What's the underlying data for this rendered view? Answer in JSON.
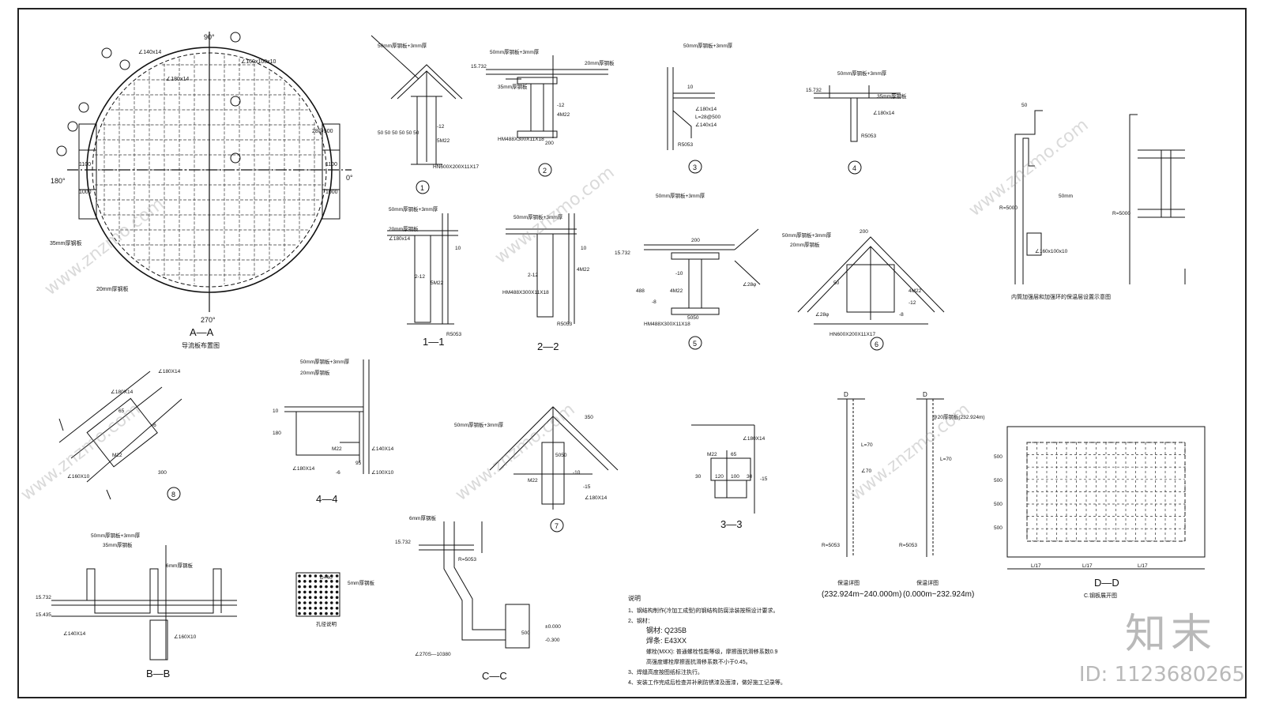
{
  "sheet": {
    "brand": "知末",
    "id_label": "ID: 1123680265",
    "watermark": "www.znzmo.com"
  },
  "plan": {
    "section": "A—A",
    "caption": "导流板布置图",
    "angles": [
      "90°",
      "0°",
      "180°",
      "270°"
    ],
    "labels": [
      "∠140x14",
      "∠180x14",
      "∠160x100x10",
      "28@500",
      "35mm厚钢板",
      "20mm厚钢板",
      "1100",
      "1000",
      "1100",
      "1000"
    ]
  },
  "details": [
    {
      "id": "d1",
      "num": "1",
      "labels": [
        "50mm厚钢板+3mm厚",
        "-12",
        "5M22",
        "HN600X200X11X17",
        "50 50 50 50 50 50"
      ]
    },
    {
      "id": "d2",
      "num": "2",
      "labels": [
        "50mm厚钢板+3mm厚",
        "15.732",
        "20mm厚钢板",
        "-12",
        "4M22",
        "HM488X300X11X18",
        "200",
        "35mm厚钢板"
      ]
    },
    {
      "id": "d3",
      "num": "3",
      "labels": [
        "50mm厚钢板+3mm厚",
        "10",
        "∠180x14",
        "L=28@500",
        "∠140x14",
        "R5053"
      ]
    },
    {
      "id": "d4",
      "num": "4",
      "labels": [
        "50mm厚钢板+3mm厚",
        "15.732",
        "35mm厚钢板",
        "∠180x14",
        "R5053"
      ]
    },
    {
      "id": "d5",
      "num": "5",
      "labels": [
        "50mm厚钢板+3mm厚",
        "15.732",
        "200",
        "488",
        "4M22",
        "HM488X300X11X18",
        "5050",
        "-10",
        "-8",
        "∠28φ"
      ]
    },
    {
      "id": "d6",
      "num": "6",
      "labels": [
        "50mm厚钢板+3mm厚",
        "20mm厚钢板",
        "200",
        "4M22",
        "HN600X200X11X17",
        "∠28φ",
        "50",
        "-8",
        "-12"
      ]
    },
    {
      "id": "d7",
      "num": "7",
      "labels": [
        "50mm厚钢板+3mm厚",
        "350",
        "5050",
        "M22",
        "∠180X14",
        "-15",
        "-10"
      ]
    },
    {
      "id": "d8",
      "num": "8",
      "labels": [
        "∠180X14",
        "∠180X14",
        "M22",
        "∠160X10",
        "65",
        "-6",
        "300"
      ]
    }
  ],
  "sections": [
    {
      "id": "s11",
      "title": "1—1",
      "labels": [
        "50mm厚钢板+3mm厚",
        "20mm厚钢板",
        "∠180x14",
        "5M22",
        "2-12",
        "R5053",
        "10"
      ]
    },
    {
      "id": "s22",
      "title": "2—2",
      "labels": [
        "50mm厚钢板+3mm厚",
        "2-12",
        "HM488X300X11X18",
        "R5053",
        "4M22",
        "10"
      ]
    },
    {
      "id": "s44",
      "title": "4—4",
      "labels": [
        "50mm厚钢板+3mm厚",
        "20mm厚钢板",
        "10",
        "180",
        "M22",
        "∠180X14",
        "∠140X14",
        "∠100X10",
        "95",
        "-6"
      ]
    },
    {
      "id": "s33",
      "title": "3—3",
      "labels": [
        "∠180X14",
        "M22",
        "30",
        "65",
        "120",
        "100",
        "30",
        "-15"
      ]
    },
    {
      "id": "sbb",
      "title": "B—B",
      "labels": [
        "50mm厚钢板+3mm厚",
        "35mm厚钢板",
        "6mm厚钢板",
        "15.732",
        "15.435",
        "∠140X14",
        "∠160X10"
      ]
    },
    {
      "id": "scc",
      "title": "C—C",
      "labels": [
        "6mm厚钢板",
        "15.732",
        "R=5053",
        "±0.000",
        "-0.300",
        "500",
        "∠270S—10380"
      ]
    }
  ],
  "plate": {
    "labels": [
      "D=40",
      "5mm厚钢板",
      "孔径说明"
    ]
  },
  "insulation": {
    "title": "内筒加强层和加强环的保温层设置示意图",
    "labels": [
      "50",
      "R=5000",
      "∠160x100x10",
      "50mm",
      "R=5000"
    ]
  },
  "elevations": [
    {
      "title": "保温详图",
      "range": "(232.924m~240.000m)",
      "labels": [
        "D",
        "R=5053",
        "∠70",
        "L=70"
      ]
    },
    {
      "title": "保温详图",
      "range": "(0.000m~232.924m)",
      "labels": [
        "D",
        "R=5053",
        "@20厚钢板(232.924m)",
        "L=70"
      ]
    }
  ],
  "dd": {
    "title": "D—D",
    "caption": "C.钢板展开图",
    "labels": [
      "L/17",
      "L/17",
      "L/17",
      "500",
      "500",
      "500",
      "500"
    ]
  },
  "notes": {
    "heading": "说明",
    "lines": [
      "1、钢结构制作(冷加工成型)的钢结构防腐涂装按照设计要求。",
      "2、钢材：",
      "钢材: Q235B",
      "焊条: E43XX",
      "螺栓(MXX): 普通螺栓性能等级，摩擦面抗滑移系数0.9",
      "高强度螺栓摩擦面抗滑移系数不小于0.45。",
      "3、焊缝高度按图纸标注执行。",
      "4、安装工作完成后检查并补刷防锈漆及面漆，做好施工记录等。"
    ]
  }
}
